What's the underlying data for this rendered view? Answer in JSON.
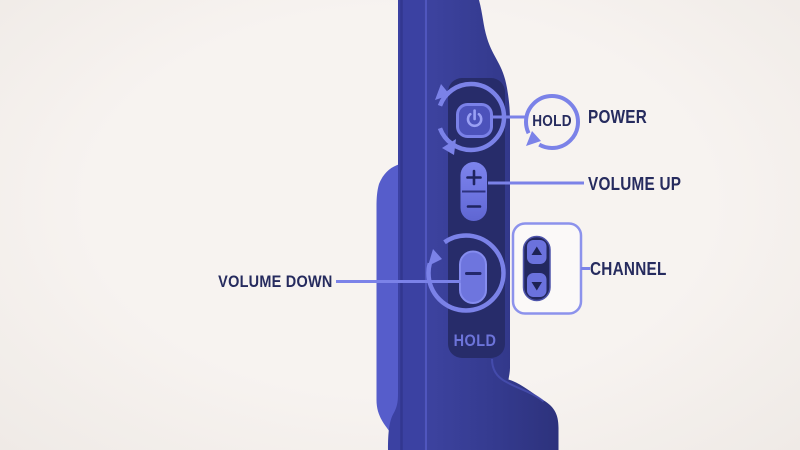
{
  "diagram_title": "remote-side-button-guide",
  "annotations": {
    "power_label": "POWER",
    "hold_badge": "HOLD",
    "volume_up_label": "VOLUME UP",
    "volume_down_label": "VOLUME DOWN",
    "channel_label": "CHANNEL"
  },
  "device": {
    "hold_label": "HOLD"
  },
  "icons": [
    "power-icon",
    "plus-icon",
    "minus-icon",
    "channel-up-icon",
    "channel-down-icon",
    "rotate-arrow-icon"
  ],
  "colors": {
    "background": "#f5f1ee",
    "back-panel": "#565dcb",
    "strip": "#3b41a2",
    "body-light": "#3d43a0",
    "body-dark": "#2d327c",
    "panel": "#272c6a",
    "button": "#6e75de",
    "annotation": "#7b82e8",
    "label-text": "#262b5e",
    "hold-device-text": "#6d74da"
  }
}
